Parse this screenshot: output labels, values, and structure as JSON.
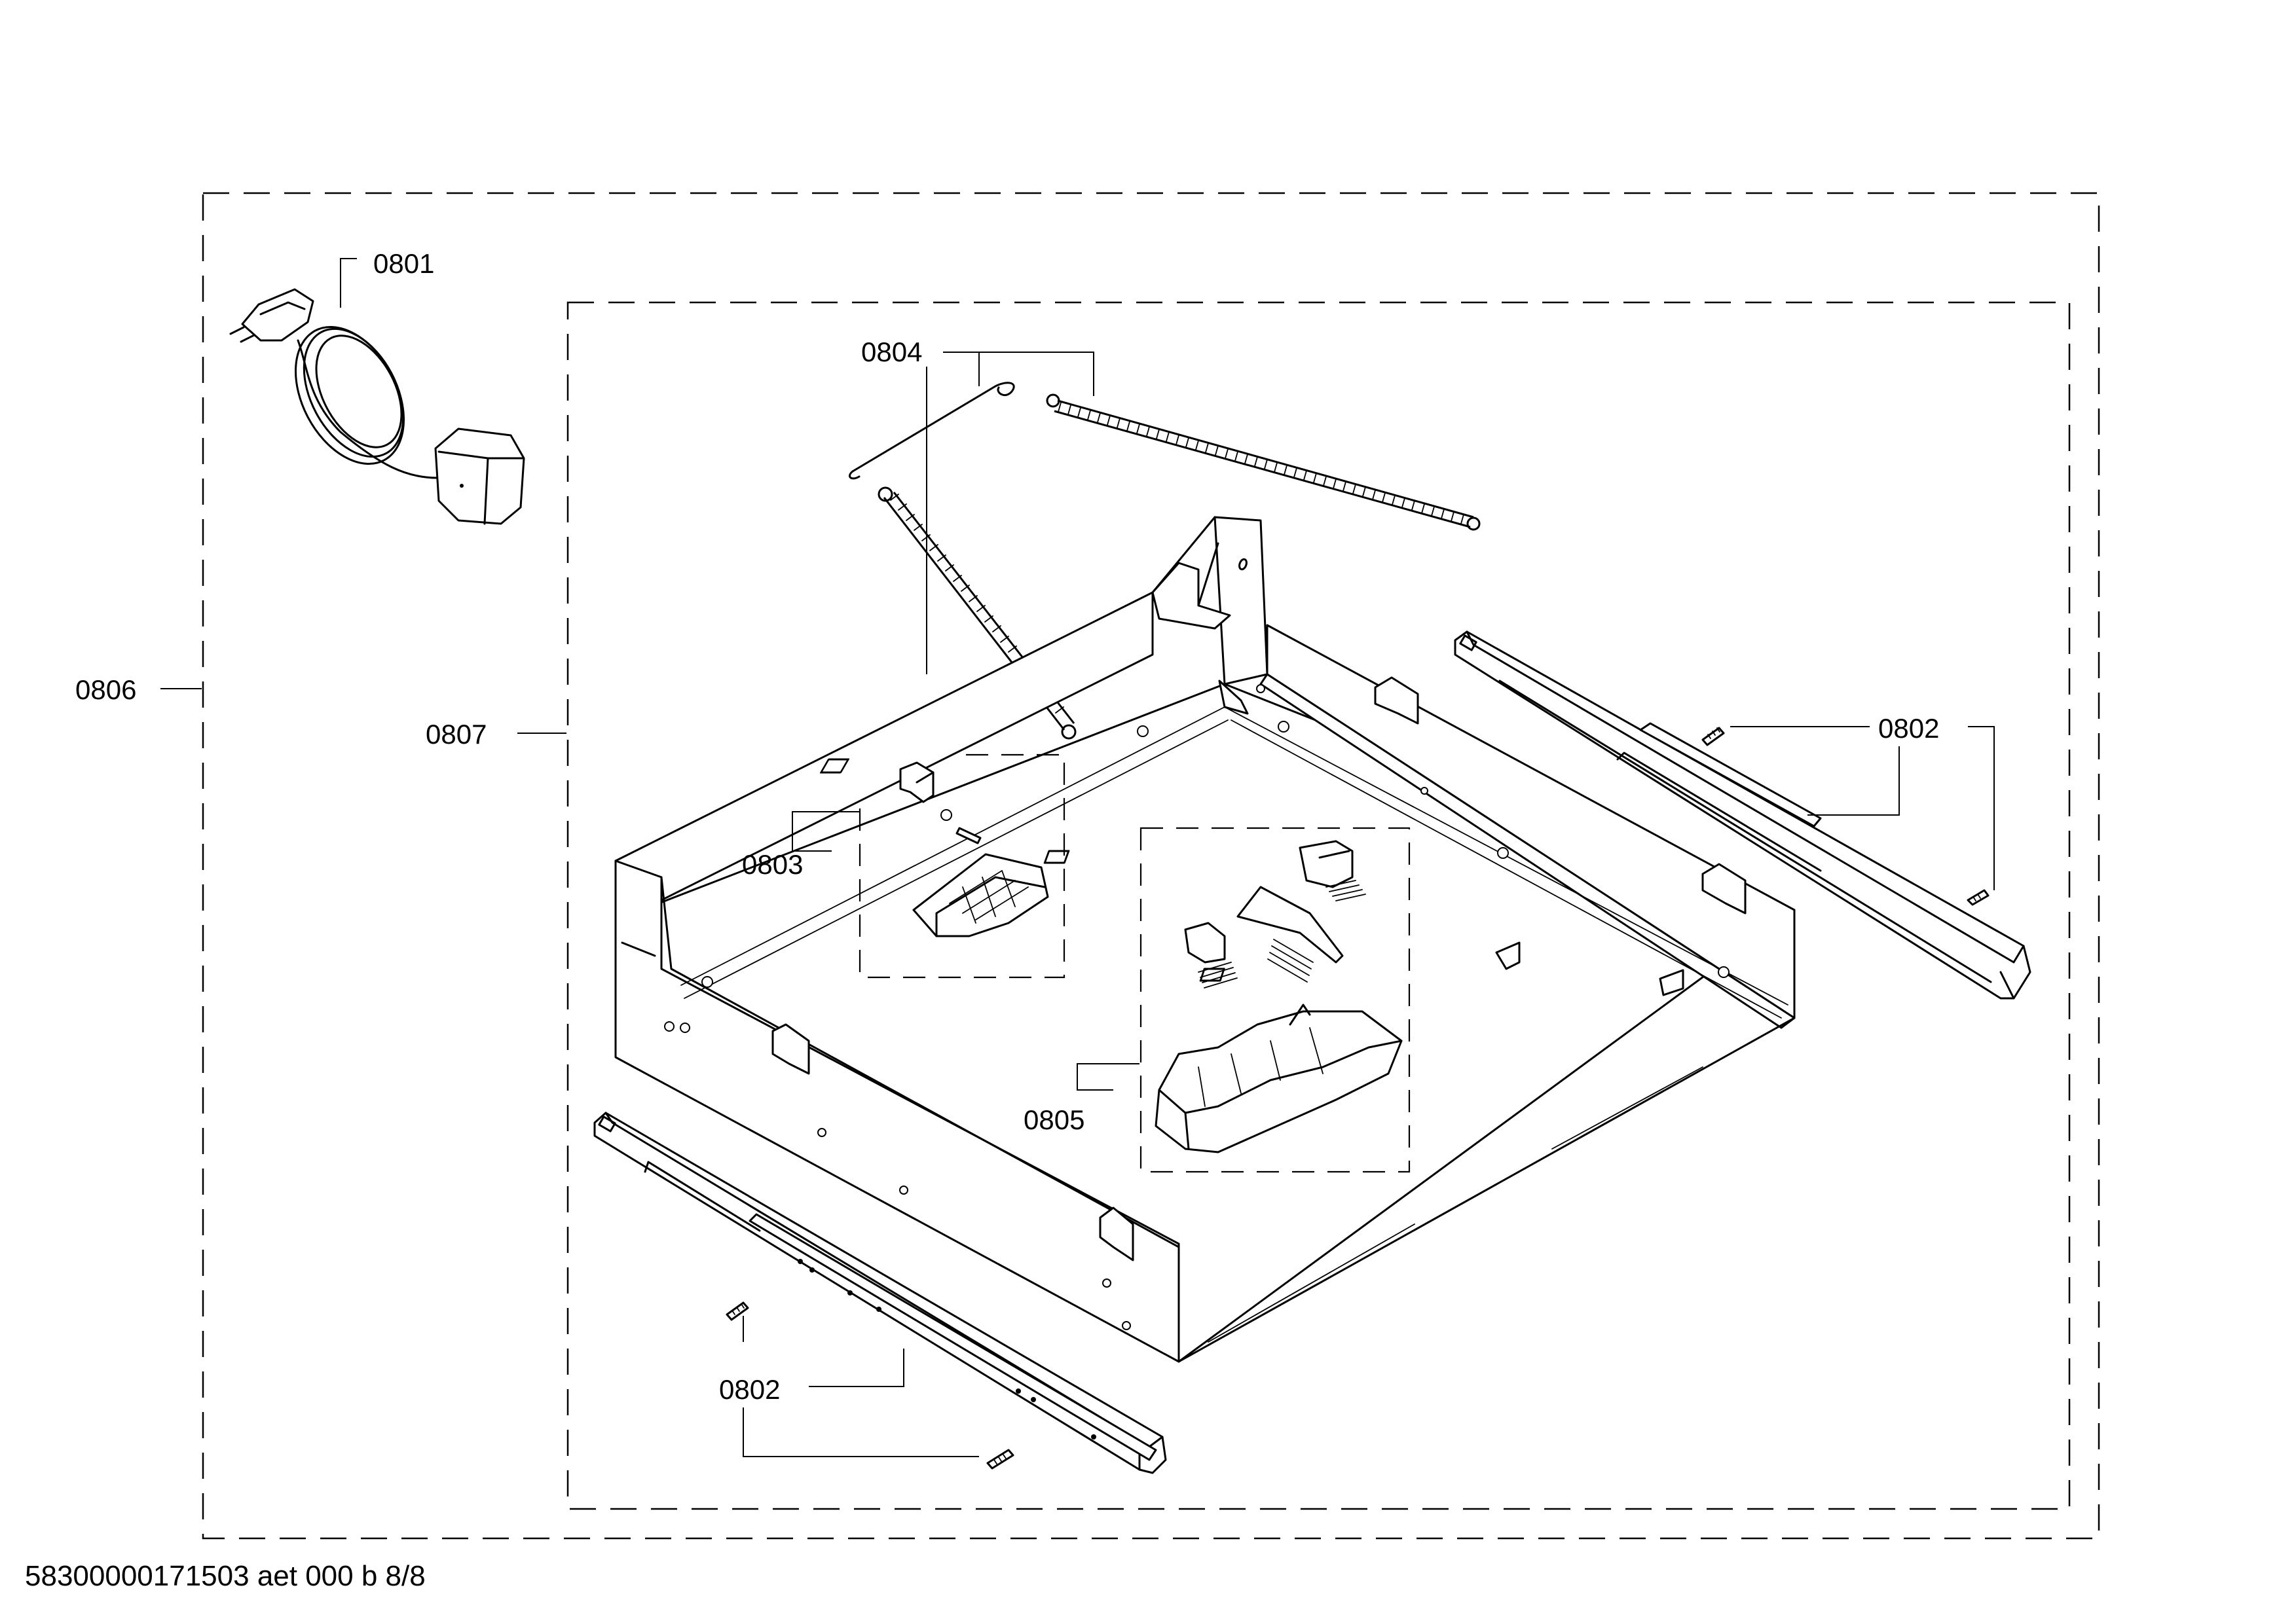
{
  "diagram": {
    "callouts": {
      "c0801": "0801",
      "c0802_right": "0802",
      "c0802_bottom": "0802",
      "c0803": "0803",
      "c0804": "0804",
      "c0805": "0805",
      "c0806": "0806",
      "c0807": "0807"
    },
    "footer": "58300000171503 aet 000 b 8/8"
  }
}
